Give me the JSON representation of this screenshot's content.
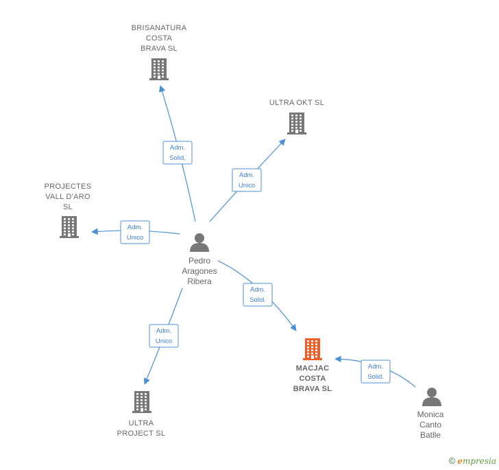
{
  "colors": {
    "edge": "#4a8fd8",
    "company": "#777777",
    "focus": "#f0602a",
    "person": "#777777"
  },
  "companies": [
    {
      "id": "brisanatura",
      "lines": [
        "BRISANATURA",
        "COSTA",
        "BRAVA  SL"
      ],
      "focus": false
    },
    {
      "id": "ultraokt",
      "lines": [
        "ULTRA OKT  SL"
      ],
      "focus": false
    },
    {
      "id": "projectes",
      "lines": [
        "PROJECTES",
        "VALL D'ARO",
        "SL"
      ],
      "focus": false
    },
    {
      "id": "ultraproject",
      "lines": [
        "ULTRA",
        "PROJECT  SL"
      ],
      "focus": false
    },
    {
      "id": "macjac",
      "lines": [
        "MACJAC",
        "COSTA",
        "BRAVA  SL"
      ],
      "focus": true
    }
  ],
  "people": [
    {
      "id": "pedro",
      "lines": [
        "Pedro",
        "Aragones",
        "Ribera"
      ]
    },
    {
      "id": "monica",
      "lines": [
        "Monica",
        "Canto",
        "Batlle"
      ]
    }
  ],
  "relations": [
    {
      "from": "pedro",
      "to": "brisanatura",
      "lines": [
        "Adm.",
        "Solid."
      ]
    },
    {
      "from": "pedro",
      "to": "ultraokt",
      "lines": [
        "Adm.",
        "Unico"
      ]
    },
    {
      "from": "pedro",
      "to": "projectes",
      "lines": [
        "Adm.",
        "Unico"
      ]
    },
    {
      "from": "pedro",
      "to": "ultraproject",
      "lines": [
        "Adm.",
        "Unico"
      ]
    },
    {
      "from": "pedro",
      "to": "macjac",
      "lines": [
        "Adm.",
        "Solid."
      ]
    },
    {
      "from": "monica",
      "to": "macjac",
      "lines": [
        "Adm.",
        "Solid."
      ]
    }
  ],
  "credit": {
    "symbol": "©",
    "brand_initial": "e",
    "brand_rest": "mpresia"
  }
}
